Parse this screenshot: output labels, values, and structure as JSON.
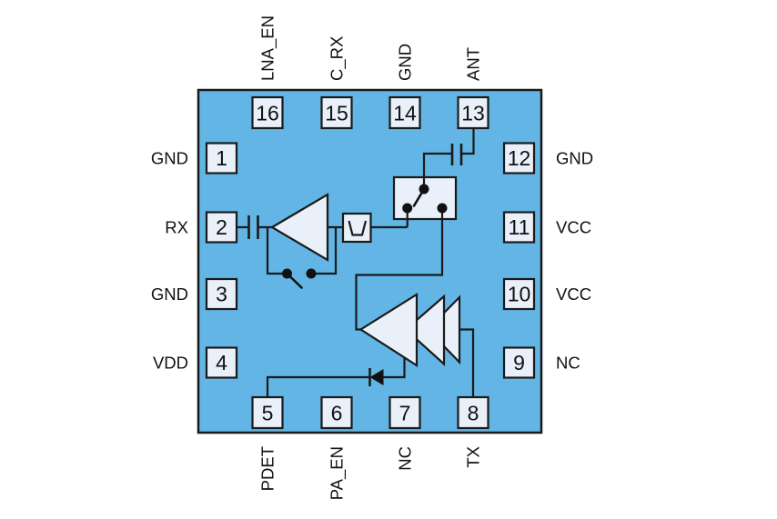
{
  "diagram": {
    "kind": "rf-front-end-module-block-diagram",
    "pin_count": "16"
  },
  "colors": {
    "chip_fill": "#62b5e5",
    "component_fill": "#e9f0f9",
    "line": "#1a1a1a",
    "background": "#ffffff"
  },
  "pins": [
    {
      "number": "1",
      "name": "GND",
      "side": "left"
    },
    {
      "number": "2",
      "name": "RX",
      "side": "left"
    },
    {
      "number": "3",
      "name": "GND",
      "side": "left"
    },
    {
      "number": "4",
      "name": "VDD",
      "side": "left"
    },
    {
      "number": "5",
      "name": "PDET",
      "side": "bottom"
    },
    {
      "number": "6",
      "name": "PA_EN",
      "side": "bottom"
    },
    {
      "number": "7",
      "name": "NC",
      "side": "bottom"
    },
    {
      "number": "8",
      "name": "TX",
      "side": "bottom"
    },
    {
      "number": "9",
      "name": "NC",
      "side": "right"
    },
    {
      "number": "10",
      "name": "VCC",
      "side": "right"
    },
    {
      "number": "11",
      "name": "VCC",
      "side": "right"
    },
    {
      "number": "12",
      "name": "GND",
      "side": "right"
    },
    {
      "number": "13",
      "name": "ANT",
      "side": "top"
    },
    {
      "number": "14",
      "name": "GND",
      "side": "top"
    },
    {
      "number": "15",
      "name": "C_RX",
      "side": "top"
    },
    {
      "number": "16",
      "name": "LNA_EN",
      "side": "top"
    }
  ],
  "components": {
    "lna": "lna-amplifier-icon",
    "lna_bypass": "bypass-switch-icon",
    "rx_filter": "bandpass-filter-icon",
    "antenna_switch": "spdt-switch-icon",
    "pa": "three-stage-power-amplifier-icon",
    "power_detector": "detector-diode-icon",
    "rx_dc_block": "capacitor-icon",
    "ant_dc_block": "capacitor-icon"
  }
}
